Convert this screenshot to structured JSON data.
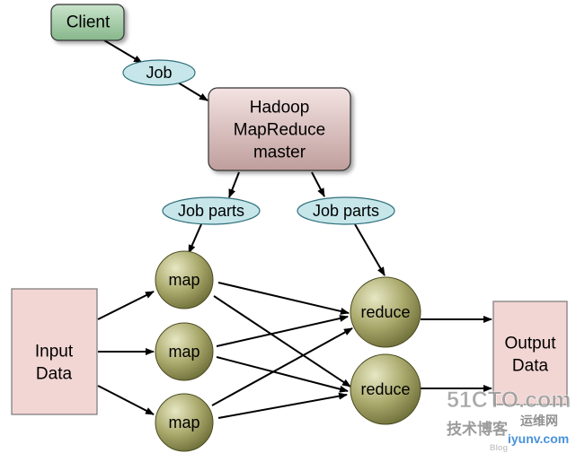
{
  "diagram": {
    "client": {
      "label": "Client"
    },
    "job": {
      "label": "Job"
    },
    "master": {
      "lines": [
        "Hadoop",
        "MapReduce",
        "master"
      ]
    },
    "job_parts_left": {
      "label": "Job parts"
    },
    "job_parts_right": {
      "label": "Job parts"
    },
    "input_data": {
      "lines": [
        "Input",
        "Data"
      ]
    },
    "maps": [
      {
        "label": "map"
      },
      {
        "label": "map"
      },
      {
        "label": "map"
      }
    ],
    "reduces": [
      {
        "label": "reduce"
      },
      {
        "label": "reduce"
      }
    ],
    "output_data": {
      "lines": [
        "Output",
        "Data"
      ]
    },
    "colors": {
      "client_fill": "#9fc9a2",
      "master_fill": "#d8b8b6",
      "ellipse_fill": "#c6e6ea",
      "data_fill": "#f2d6d4",
      "sphere_fill": "#8c8c4e",
      "arrow": "#000000"
    }
  },
  "watermark": {
    "site": "51CTO.com",
    "caption": "技术博客",
    "domain": "iyunv.com",
    "tag": "运维网",
    "faint_tag": "Blog"
  }
}
